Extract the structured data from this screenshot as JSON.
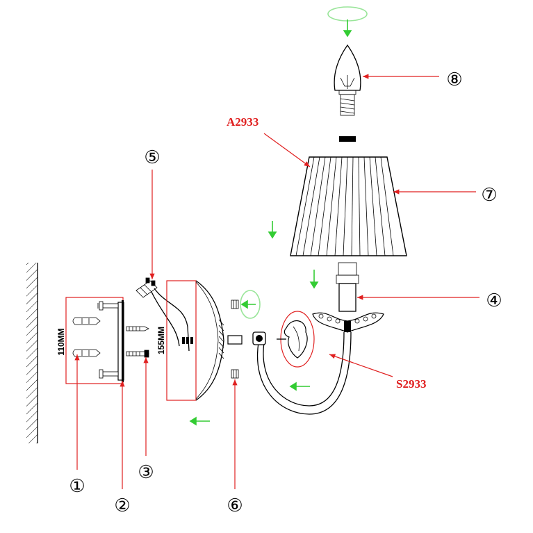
{
  "diagram": {
    "labels": {
      "model_shade": "A2933",
      "model_arm": "S2933",
      "dim_height": "110MM",
      "dim_backplate": "155MM"
    },
    "callouts": [
      {
        "num": "①",
        "target": "wall anchor"
      },
      {
        "num": "②",
        "target": "mounting bracket"
      },
      {
        "num": "③",
        "target": "screw"
      },
      {
        "num": "④",
        "target": "candle cup"
      },
      {
        "num": "⑤",
        "target": "terminal block"
      },
      {
        "num": "⑥",
        "target": "finial nut"
      },
      {
        "num": "⑦",
        "target": "lamp shade"
      },
      {
        "num": "⑧",
        "target": "bulb"
      }
    ],
    "colors": {
      "callout_line": "#e02020",
      "assembly_arrow": "#33cc33",
      "outline": "#000000"
    }
  }
}
